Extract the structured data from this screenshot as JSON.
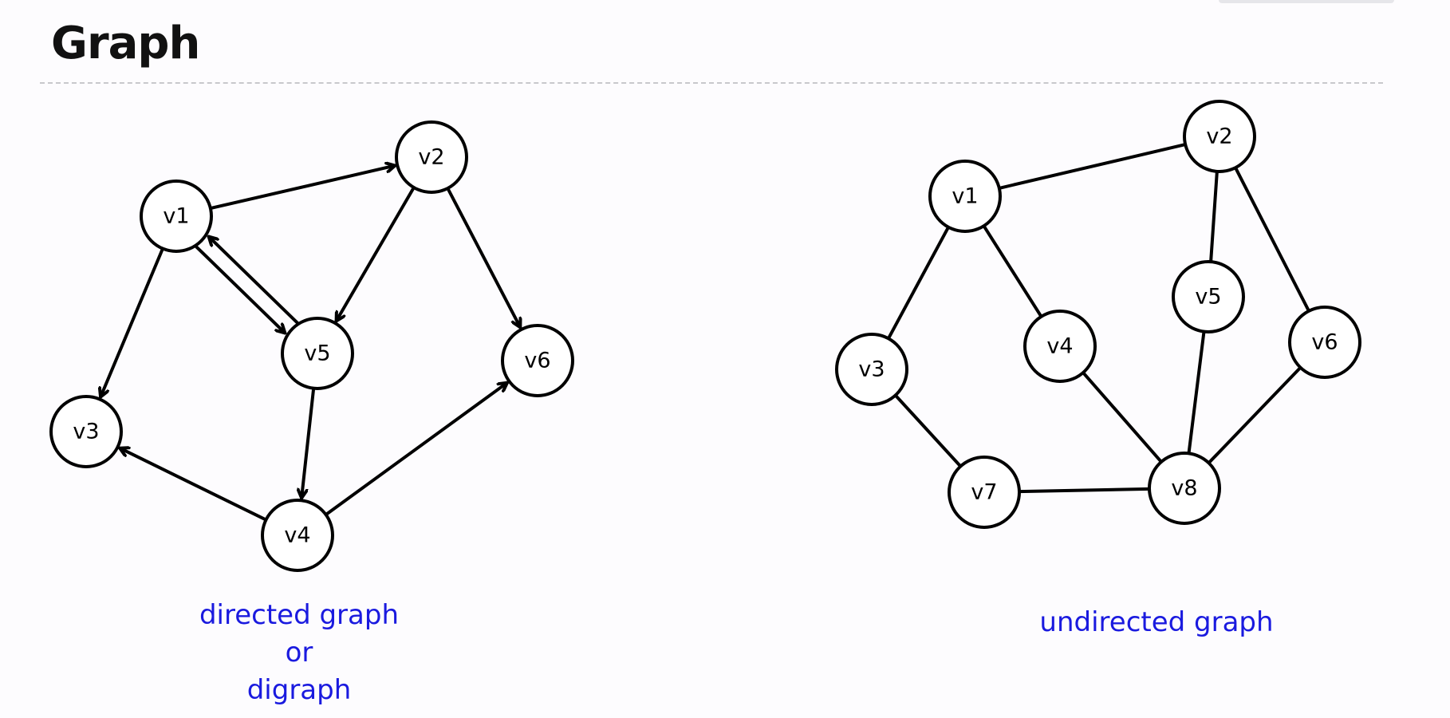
{
  "title": "Graph",
  "colors": {
    "caption": "#1a1adf",
    "node_stroke": "#000000",
    "background": "#fdfcfe"
  },
  "directed": {
    "caption_lines": [
      "directed graph",
      "or",
      "digraph"
    ],
    "nodes": [
      "v1",
      "v2",
      "v3",
      "v4",
      "v5",
      "v6"
    ],
    "edges": [
      [
        "v1",
        "v2"
      ],
      [
        "v1",
        "v5"
      ],
      [
        "v5",
        "v1"
      ],
      [
        "v1",
        "v3"
      ],
      [
        "v2",
        "v5"
      ],
      [
        "v2",
        "v6"
      ],
      [
        "v5",
        "v4"
      ],
      [
        "v4",
        "v3"
      ],
      [
        "v4",
        "v6"
      ]
    ]
  },
  "undirected": {
    "caption_lines": [
      "undirected graph"
    ],
    "nodes": [
      "v1",
      "v2",
      "v3",
      "v4",
      "v5",
      "v6",
      "v7",
      "v8"
    ],
    "edges": [
      [
        "v1",
        "v2"
      ],
      [
        "v1",
        "v3"
      ],
      [
        "v1",
        "v4"
      ],
      [
        "v2",
        "v5"
      ],
      [
        "v2",
        "v6"
      ],
      [
        "v3",
        "v7"
      ],
      [
        "v7",
        "v8"
      ],
      [
        "v4",
        "v8"
      ],
      [
        "v5",
        "v8"
      ],
      [
        "v6",
        "v8"
      ]
    ]
  }
}
